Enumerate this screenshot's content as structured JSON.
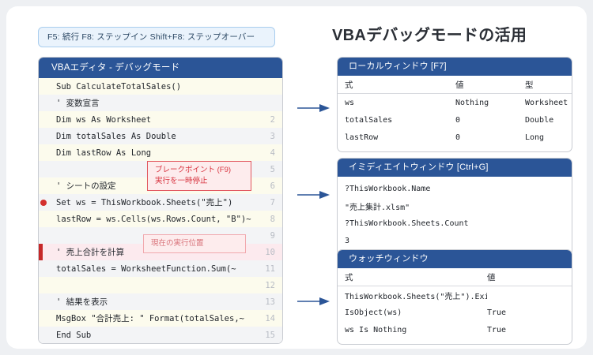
{
  "title": "VBAデバッグモードの活用",
  "colors": {
    "header_blue": "#2b5597",
    "accent_red": "#d32f2f",
    "hint_bg": "#eaf3fc",
    "page_bg": "#eef0f3"
  },
  "hintbar": {
    "text": "F5: 続行  F8: ステップイン  Shift+F8: ステップオーバー"
  },
  "editor": {
    "header": "VBAエディタ - デバッグモード",
    "lines": [
      {
        "num": "",
        "text": "Sub CalculateTotalSales()",
        "stripe": "odd",
        "breakpoint": false,
        "current": false
      },
      {
        "num": "",
        "text": "' 変数宣言",
        "stripe": "even",
        "breakpoint": false,
        "current": false
      },
      {
        "num": "2",
        "text": "Dim ws As Worksheet",
        "stripe": "odd",
        "breakpoint": false,
        "current": false
      },
      {
        "num": "3",
        "text": "Dim totalSales As Double",
        "stripe": "even",
        "breakpoint": false,
        "current": false
      },
      {
        "num": "4",
        "text": "Dim lastRow As Long",
        "stripe": "odd",
        "breakpoint": false,
        "current": false
      },
      {
        "num": "5",
        "text": "",
        "stripe": "even",
        "breakpoint": false,
        "current": false
      },
      {
        "num": "6",
        "text": "' シートの設定",
        "stripe": "odd",
        "breakpoint": false,
        "current": false
      },
      {
        "num": "7",
        "text": "Set ws = ThisWorkbook.Sheets(\"売上\")",
        "stripe": "even",
        "breakpoint": true,
        "current": false
      },
      {
        "num": "8",
        "text": "lastRow = ws.Cells(ws.Rows.Count, \"B\")~",
        "stripe": "odd",
        "breakpoint": false,
        "current": false
      },
      {
        "num": "9",
        "text": "",
        "stripe": "even",
        "breakpoint": false,
        "current": false
      },
      {
        "num": "10",
        "text": "' 売上合計を計算",
        "stripe": "cur",
        "breakpoint": false,
        "current": true
      },
      {
        "num": "11",
        "text": "totalSales = WorksheetFunction.Sum(~",
        "stripe": "even",
        "breakpoint": false,
        "current": false
      },
      {
        "num": "12",
        "text": "",
        "stripe": "odd",
        "breakpoint": false,
        "current": false
      },
      {
        "num": "13",
        "text": "' 結果を表示",
        "stripe": "even",
        "breakpoint": false,
        "current": false
      },
      {
        "num": "14",
        "text": "MsgBox \"合計売上: \" Format(totalSales,~",
        "stripe": "odd",
        "breakpoint": false,
        "current": false
      },
      {
        "num": "15",
        "text": "End Sub",
        "stripe": "even",
        "breakpoint": false,
        "current": false
      }
    ]
  },
  "callouts": {
    "breakpoint_line1": "ブレークポイント (F9)",
    "breakpoint_line2": "実行を一時停止",
    "current": "現在の実行位置"
  },
  "locals": {
    "header": "ローカルウィンドウ [F7]",
    "columns": [
      "式",
      "値",
      "型"
    ],
    "rows": [
      {
        "expr": "ws",
        "value": "Nothing",
        "type": "Worksheet"
      },
      {
        "expr": "totalSales",
        "value": "0",
        "type": "Double"
      },
      {
        "expr": "lastRow",
        "value": "0",
        "type": "Long"
      }
    ]
  },
  "immediate": {
    "header": "イミディエイトウィンドウ [Ctrl+G]",
    "lines": [
      "?ThisWorkbook.Name",
      "\"売上集計.xlsm\"",
      "?ThisWorkbook.Sheets.Count",
      "3"
    ]
  },
  "watch": {
    "header": "ウォッチウィンドウ",
    "columns": [
      "式",
      "値"
    ],
    "rows": [
      {
        "expr": "ThisWorkbook.Sheets(\"売上\").Exists",
        "value": ""
      },
      {
        "expr": "IsObject(ws)",
        "value": "True"
      },
      {
        "expr": "ws Is Nothing",
        "value": "True"
      }
    ]
  },
  "arrows": {
    "to_locals": "arrow-right-icon",
    "to_immediate": "arrow-right-icon",
    "to_watch": "arrow-right-icon"
  }
}
